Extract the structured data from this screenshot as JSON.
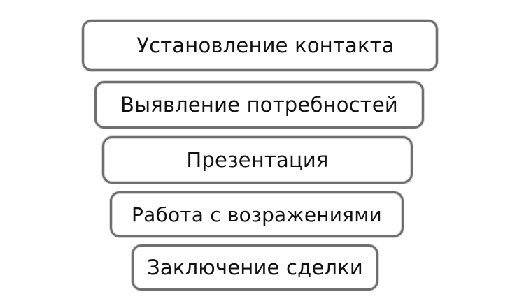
{
  "funnel": {
    "stages": [
      {
        "label": "Установление контакта"
      },
      {
        "label": "Выявление потребностей"
      },
      {
        "label": "Презентация"
      },
      {
        "label": "Работа с возражениями"
      },
      {
        "label": "Заключение сделки"
      }
    ]
  }
}
